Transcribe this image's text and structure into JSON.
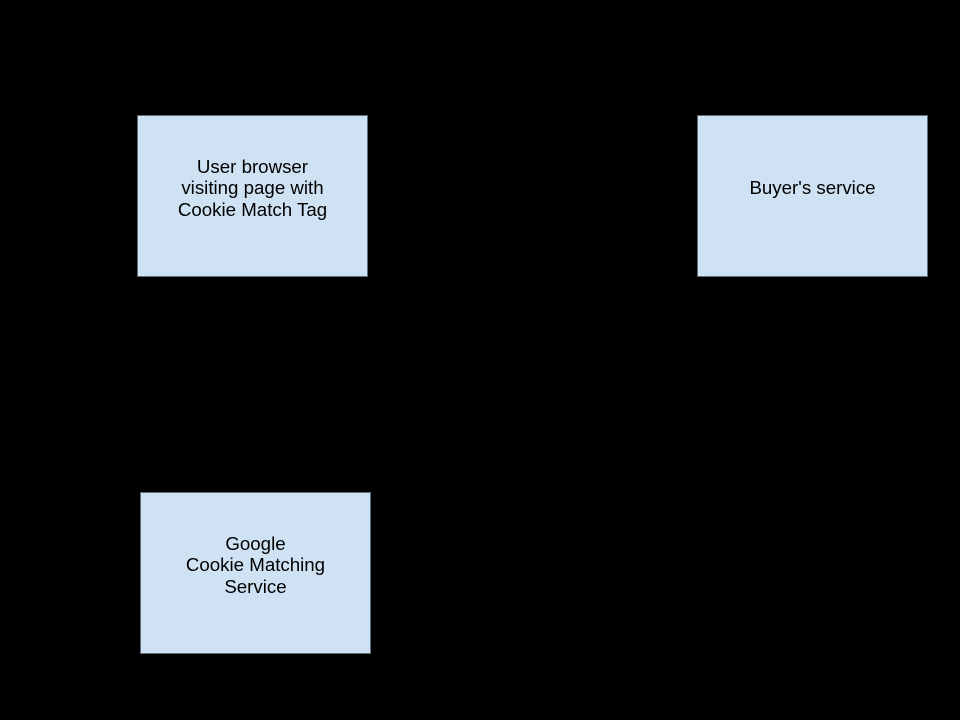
{
  "diagram": {
    "background": "#000000",
    "node_fill": "#cfe2f3",
    "node_border": "#5f6d7a",
    "text_color": "#000000",
    "nodes": [
      {
        "id": "user-browser",
        "label": "User browser\nvisiting page with\nCookie Match Tag"
      },
      {
        "id": "buyers-service",
        "label": "Buyer's service"
      },
      {
        "id": "google-cookie-matching-service",
        "label": "Google\nCookie Matching\nService"
      }
    ]
  }
}
